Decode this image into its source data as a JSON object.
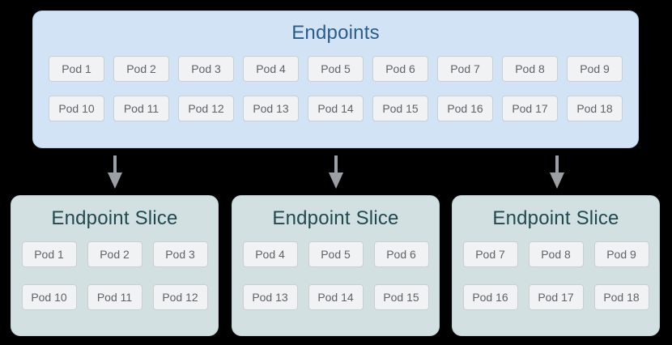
{
  "colors": {
    "background": "#000000",
    "endpoints_fill": "#d2e3f6",
    "endpoints_border": "#b7cfe9",
    "endpoints_title_text": "#2b5c8a",
    "slice_fill": "#d3e0e2",
    "slice_border": "#bdd2d5",
    "slice_title_text": "#1e4a50",
    "pod_fill": "#f1f2f3",
    "pod_border": "#cbcfd2",
    "pod_text": "#5f6368",
    "arrow": "#9aa0a6"
  },
  "endpoints_box": {
    "title": "Endpoints",
    "row1": [
      "Pod 1",
      "Pod 2",
      "Pod 3",
      "Pod 4",
      "Pod 5",
      "Pod 6",
      "Pod 7",
      "Pod 8",
      "Pod 9"
    ],
    "row2": [
      "Pod 10",
      "Pod 11",
      "Pod 12",
      "Pod 13",
      "Pod 14",
      "Pod 15",
      "Pod 16",
      "Pod 17",
      "Pod 18"
    ]
  },
  "slices": [
    {
      "title": "Endpoint Slice",
      "row1": [
        "Pod 1",
        "Pod 2",
        "Pod 3"
      ],
      "row2": [
        "Pod 10",
        "Pod 11",
        "Pod 12"
      ]
    },
    {
      "title": "Endpoint Slice",
      "row1": [
        "Pod 4",
        "Pod 5",
        "Pod 6"
      ],
      "row2": [
        "Pod 13",
        "Pod 14",
        "Pod 15"
      ]
    },
    {
      "title": "Endpoint Slice",
      "row1": [
        "Pod 7",
        "Pod 8",
        "Pod 9"
      ],
      "row2": [
        "Pod 16",
        "Pod 17",
        "Pod 18"
      ]
    }
  ]
}
